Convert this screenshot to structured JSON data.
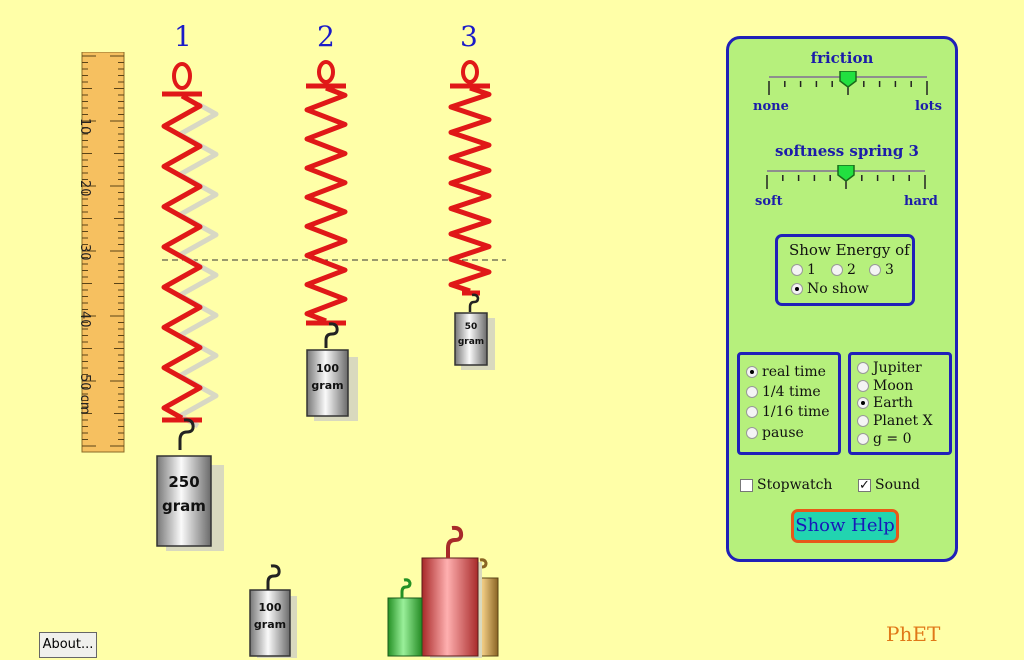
{
  "springs": {
    "labels": [
      "1",
      "2",
      "3"
    ]
  },
  "ruler": {
    "ticks": [
      "10",
      "20",
      "30",
      "40",
      "50 cm"
    ]
  },
  "masses": {
    "hung_1": {
      "amount": "250",
      "unit": "gram"
    },
    "hung_2": {
      "amount": "100",
      "unit": "gram"
    },
    "hung_3": {
      "amount": "50",
      "unit": "gram"
    },
    "loose_100": {
      "amount": "100",
      "unit": "gram"
    }
  },
  "panel": {
    "friction": {
      "title": "friction",
      "min_label": "none",
      "max_label": "lots",
      "value": 0.5
    },
    "softness": {
      "title": "softness spring 3",
      "min_label": "soft",
      "max_label": "hard",
      "value": 0.5
    },
    "energy": {
      "title": "Show Energy of",
      "options": [
        "1",
        "2",
        "3"
      ],
      "no_show": "No show",
      "selected": "No show"
    },
    "time": {
      "options": [
        "real time",
        "1/4 time",
        "1/16 time",
        "pause"
      ],
      "selected": "real time"
    },
    "gravity": {
      "options": [
        "Jupiter",
        "Moon",
        "Earth",
        "Planet X",
        "g = 0"
      ],
      "selected": "Earth"
    },
    "stopwatch": {
      "label": "Stopwatch",
      "checked": false
    },
    "sound": {
      "label": "Sound",
      "checked": true
    },
    "help_label": "Show Help"
  },
  "about_label": "About...",
  "brand": "PhET",
  "colors": {
    "background": "#ffffa8",
    "spring": "#e01818",
    "panel": "#b6f07c",
    "panel_border": "#2020b8",
    "ruler": "#f6c060",
    "mass_green": "#44c844",
    "mass_red": "#e86060",
    "mass_gold": "#c8983c"
  }
}
